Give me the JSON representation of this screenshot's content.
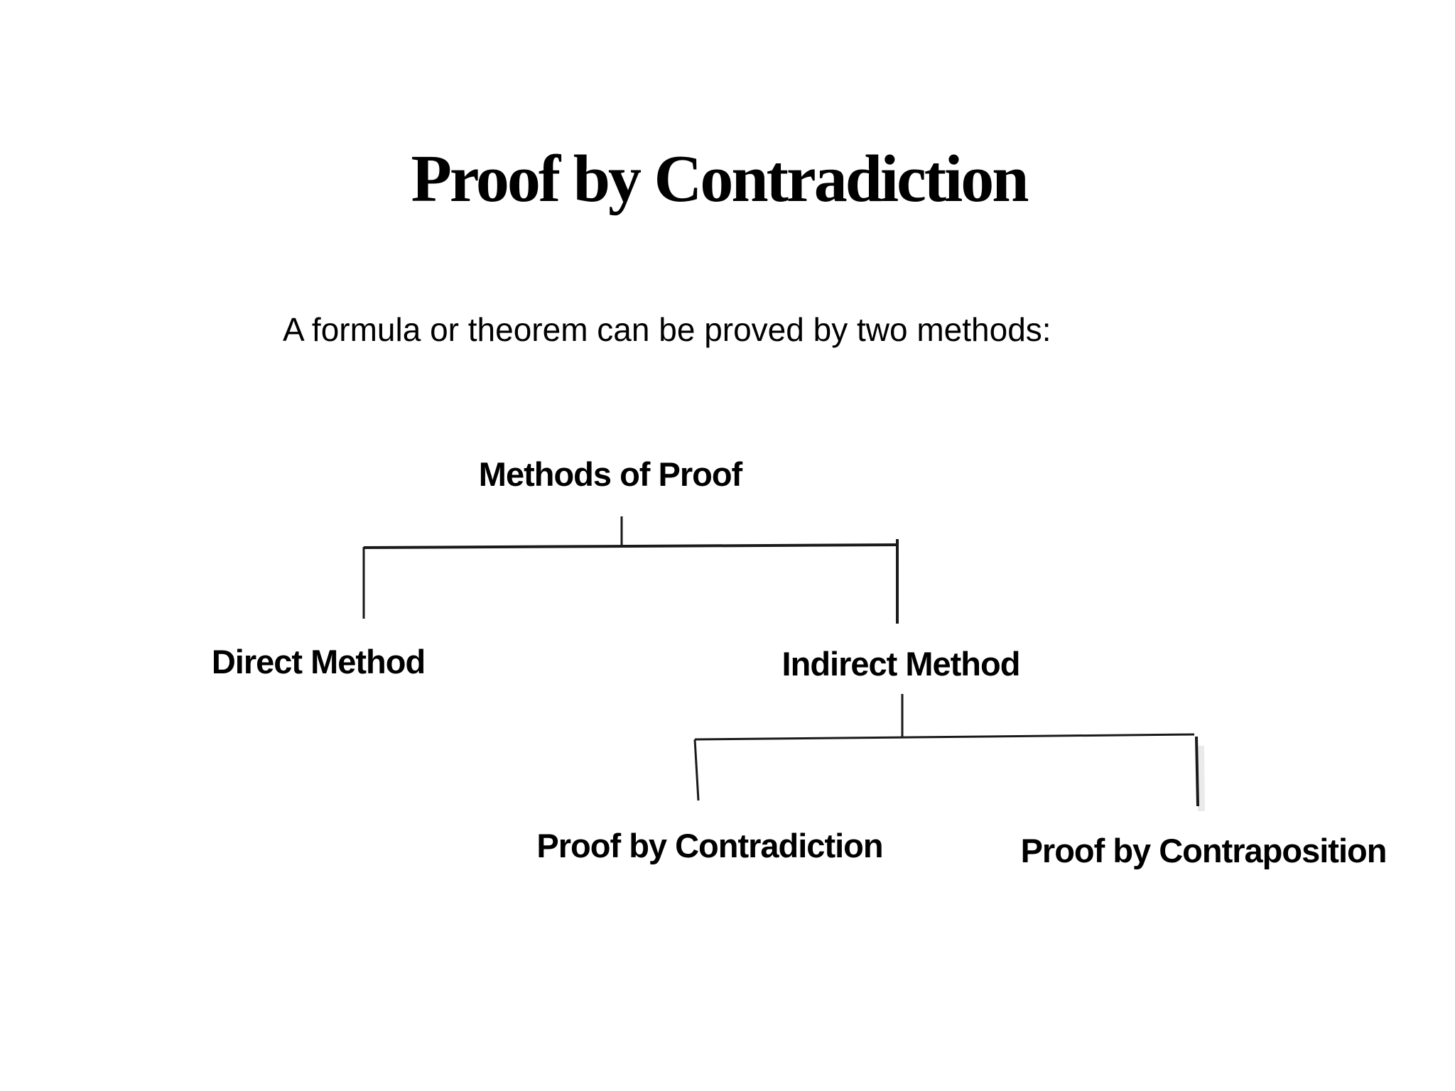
{
  "slide": {
    "title": "Proof by Contradiction",
    "subtitle": "A formula or theorem can be proved by two methods:",
    "background_color": "#ffffff",
    "text_color": "#000000"
  },
  "diagram": {
    "line_color": "#1a1a1a",
    "shadow_color": "#c4c4c4",
    "root": {
      "label": "Methods of Proof"
    },
    "branches": [
      {
        "label": "Direct Method",
        "children": []
      },
      {
        "label": "Indirect Method",
        "children": [
          {
            "label": "Proof by Contradiction"
          },
          {
            "label": "Proof by Contraposition"
          }
        ]
      }
    ]
  }
}
